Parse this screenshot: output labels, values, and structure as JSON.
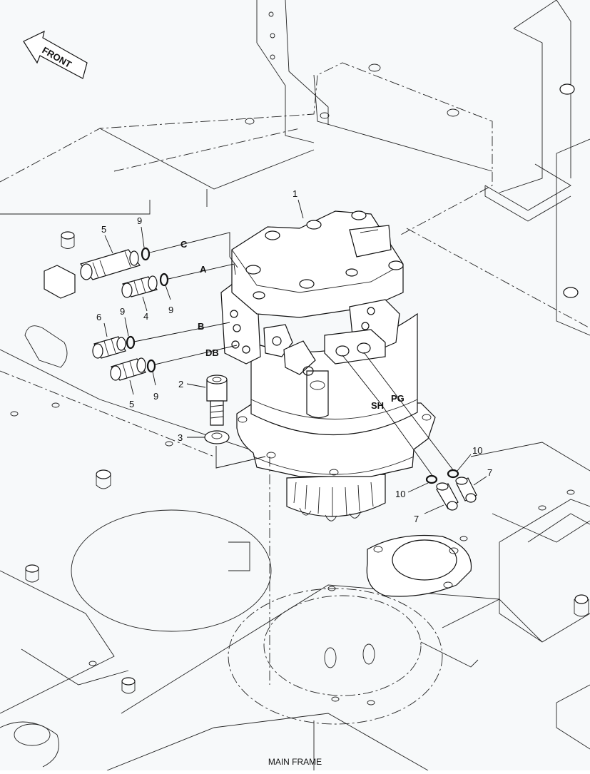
{
  "front_label": "FRONT",
  "caption": "MAIN FRAME",
  "callouts": {
    "p1": "1",
    "p2": "2",
    "p3": "3",
    "p4": "4",
    "p5a": "5",
    "p5b": "5",
    "p6": "6",
    "p7a": "7",
    "p7b": "7",
    "p9a": "9",
    "p9b": "9",
    "p9c": "9",
    "p9d": "9",
    "p10a": "10",
    "p10b": "10"
  },
  "ports": {
    "C": "C",
    "A": "A",
    "B": "B",
    "DB": "DB",
    "SH": "SH",
    "PG": "PG"
  }
}
